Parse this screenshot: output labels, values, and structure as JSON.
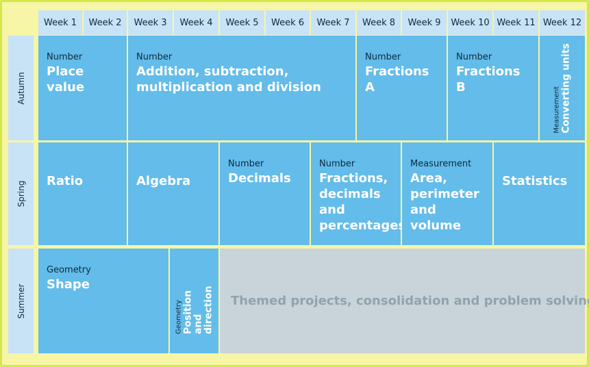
{
  "weeks": [
    "Week 1",
    "Week 2",
    "Week 3",
    "Week 4",
    "Week 5",
    "Week 6",
    "Week 7",
    "Week 8",
    "Week 9",
    "Week 10",
    "Week 11",
    "Week 12"
  ],
  "terms": {
    "autumn": "Autumn",
    "spring": "Spring",
    "summer": "Summer"
  },
  "autumn": {
    "place_value": {
      "strand": "Number",
      "title": "Place value"
    },
    "operations": {
      "strand": "Number",
      "title": "Addition, subtraction, multiplication and division"
    },
    "fractions_a": {
      "strand": "Number",
      "title": "Fractions A"
    },
    "fractions_b": {
      "strand": "Number",
      "title": "Fractions B"
    },
    "converting_units": {
      "strand": "Measurement",
      "title": "Converting units"
    }
  },
  "spring": {
    "ratio": {
      "title": "Ratio"
    },
    "algebra": {
      "title": "Algebra"
    },
    "decimals": {
      "strand": "Number",
      "title": "Decimals"
    },
    "fdp": {
      "strand": "Number",
      "title": "Fractions, decimals and percentages"
    },
    "apv": {
      "strand": "Measurement",
      "title": "Area, perimeter and volume"
    },
    "statistics": {
      "title": "Statistics"
    }
  },
  "summer": {
    "shape": {
      "strand": "Geometry",
      "title": "Shape"
    },
    "position": {
      "strand": "Geometry",
      "title": "Position and direction"
    },
    "themed": {
      "title": "Themed projects, consolidation and problem solving"
    }
  },
  "colors": {
    "block": "#63bce9",
    "header": "#c8e3f6",
    "themed": "#c8d3da",
    "frame": "#f7f5a6",
    "border": "#d4e84a"
  }
}
